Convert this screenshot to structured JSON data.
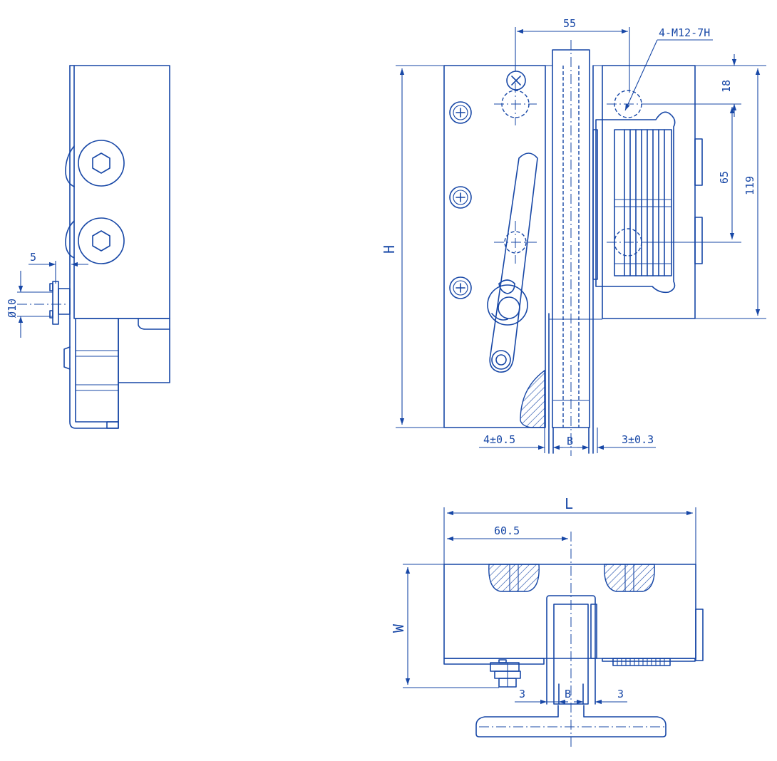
{
  "dimensions": {
    "d55": "55",
    "thread": "4-M12-7H",
    "d18": "18",
    "d65": "65",
    "d119": "119",
    "H": "H",
    "tol_left": "4±0.5",
    "B_side": "B",
    "tol_right": "3±0.3",
    "d5": "5",
    "phi10": "Ø10",
    "L": "L",
    "d60_5": "60.5",
    "W": "W",
    "d3_left": "3",
    "B_top": "B",
    "d3_right": "3"
  },
  "colors": {
    "line": "#1747a6",
    "background": "#ffffff"
  }
}
